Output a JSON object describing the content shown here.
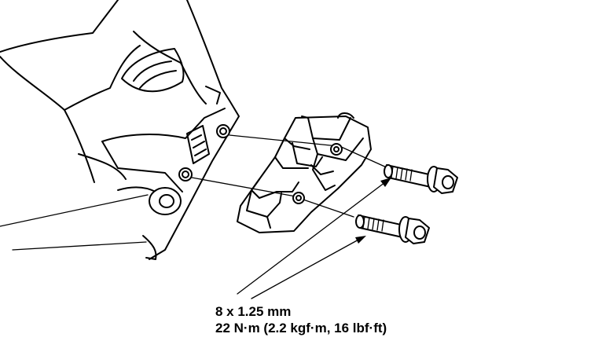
{
  "callout": {
    "line1": "8 x 1.25 mm",
    "line2": "22 N·m (2.2 kgf·m, 16 lbf·ft)"
  },
  "colors": {
    "ink": "#000000",
    "background": "#ffffff"
  },
  "icons": [
    "transmission-housing",
    "mount-bracket",
    "flange-bolt"
  ]
}
